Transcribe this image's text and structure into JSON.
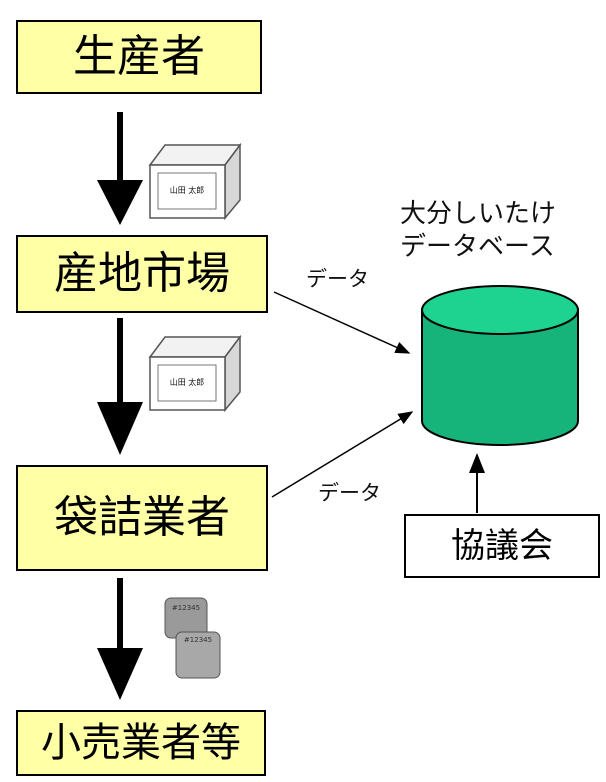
{
  "nodes": {
    "producer": "生産者",
    "local_market": "産地市場",
    "packer": "袋詰業者",
    "retailer": "小売業者等",
    "council": "協議会"
  },
  "database": {
    "line1": "大分しいたけ",
    "line2": "データベース"
  },
  "edges": {
    "data_from_market": "データ",
    "data_from_packer": "データ"
  },
  "tokens": {
    "package_tag_1": "山田 太郎",
    "package_tag_2": "山田 太郎",
    "label_code_1": "#12345",
    "label_code_2": "#12345"
  },
  "colors": {
    "node_fill": "#ffffa6",
    "database_fill": "#16b47a",
    "database_top": "#1ed38f",
    "council_fill": "#ffffff"
  }
}
